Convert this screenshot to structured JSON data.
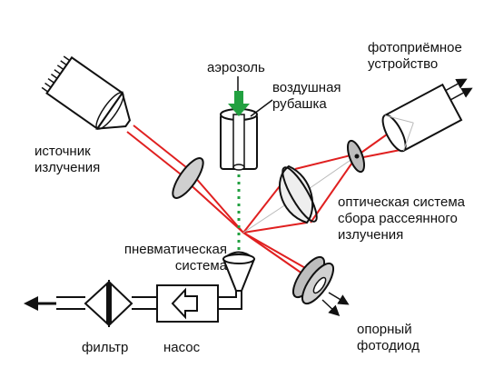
{
  "labels": {
    "aerosol": "аэрозоль",
    "air_jacket": [
      "воздушная",
      "рубашка"
    ],
    "photoreceiver": [
      "фотоприёмное",
      "устройство"
    ],
    "source": [
      "источник",
      "излучения"
    ],
    "optics": [
      "оптическая система",
      "сбора рассеянного",
      "излучения"
    ],
    "pneumatic": [
      "пневматическая",
      "система"
    ],
    "filter": "фильтр",
    "pump": "насос",
    "reference_photodiode": [
      "опорный",
      "фотодиод"
    ]
  },
  "colors": {
    "laser": "#e02020",
    "aerosol_arrow": "#22a040",
    "aerosol_stream": "#22a040",
    "stroke": "#111111",
    "lens_fill": "#d0d0d0"
  }
}
